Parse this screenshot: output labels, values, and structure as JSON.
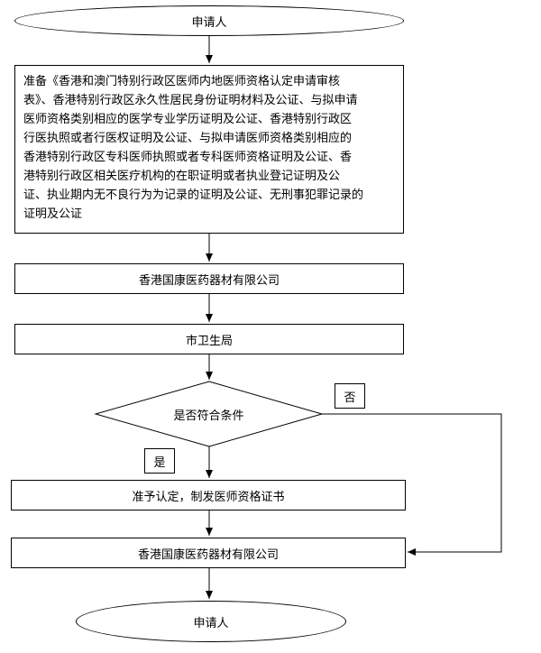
{
  "flowchart": {
    "start": "申请人",
    "prepare_lines": [
      "准备《香港和澳门特别行政区医师内地医师资格认定申请审核",
      "表》、香港特别行政区永久性居民身份证明材料及公证、与拟申请",
      "医师资格类别相应的医学专业学历证明及公证、香港特别行政区",
      "行医执照或者行医权证明及公证、与拟申请医师资格类别相应的",
      "香港特别行政区专科医师执照或者专科医师资格证明及公证、香",
      "港特别行政区相关医疗机构的在职证明或者执业登记证明及公",
      "证、执业期内无不良行为为记录的证明及公证、无刑事犯罪记录的",
      "证明及公证"
    ],
    "company_1": "香港国康医药器材有限公司",
    "bureau": "市卫生局",
    "decision": "是否符合条件",
    "no_label": "否",
    "yes_label": "是",
    "approve": "准予认定，制发医师资格证书",
    "company_2": "香港国康医药器材有限公司",
    "end": "申请人"
  }
}
